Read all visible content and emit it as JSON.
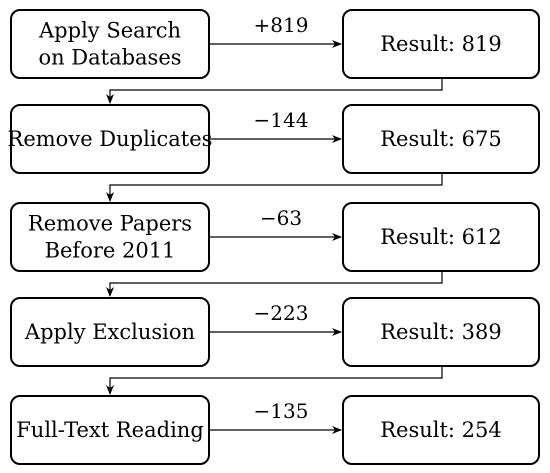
{
  "steps": [
    {
      "lines": [
        "Apply Search",
        "on Databases"
      ],
      "change": "+819",
      "result": "Result:  819"
    },
    {
      "lines": [
        "Remove Duplicates"
      ],
      "change": "−144",
      "result": "Result:  675"
    },
    {
      "lines": [
        "Remove Papers",
        "Before 2011"
      ],
      "change": "−63",
      "result": "Result:  612"
    },
    {
      "lines": [
        "Apply Exclusion"
      ],
      "change": "−223",
      "result": "Result:  389"
    },
    {
      "lines": [
        "Full-Text Reading"
      ],
      "change": "−135",
      "result": "Result:  254"
    }
  ]
}
